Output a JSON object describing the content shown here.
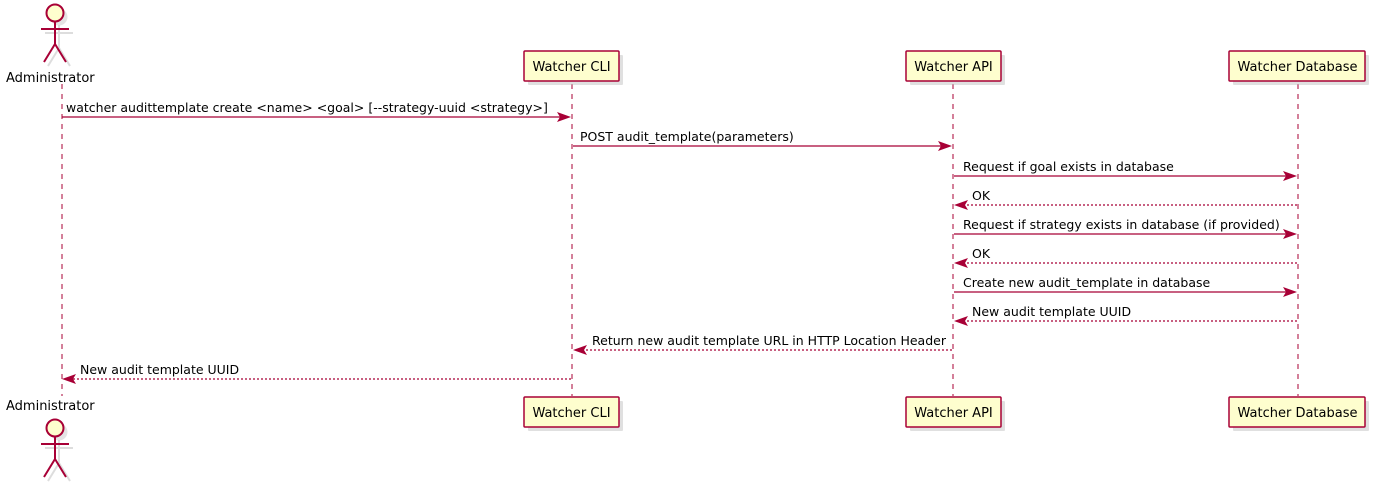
{
  "diagram": {
    "type": "sequence-diagram",
    "title": "",
    "colors": {
      "line": "#A80036",
      "box_fill": "#FEFECE",
      "box_border": "#A80036",
      "text": "#000000",
      "background": "#FFFFFF",
      "shadow": "#BBBBBB"
    },
    "participants": [
      {
        "id": "administrator",
        "label": "Administrator",
        "kind": "actor"
      },
      {
        "id": "watcher-cli",
        "label": "Watcher CLI",
        "kind": "participant"
      },
      {
        "id": "watcher-api",
        "label": "Watcher API",
        "kind": "participant"
      },
      {
        "id": "watcher-database",
        "label": "Watcher Database",
        "kind": "participant"
      }
    ],
    "messages": [
      {
        "index": 1,
        "from": "administrator",
        "to": "watcher-cli",
        "label": "watcher audittemplate create <name> <goal> [--strategy-uuid <strategy>]",
        "style": "solid",
        "direction": "right"
      },
      {
        "index": 2,
        "from": "watcher-cli",
        "to": "watcher-api",
        "label": "POST audit_template(parameters)",
        "style": "solid",
        "direction": "right"
      },
      {
        "index": 3,
        "from": "watcher-api",
        "to": "watcher-database",
        "label": "Request if goal exists in database",
        "style": "solid",
        "direction": "right"
      },
      {
        "index": 4,
        "from": "watcher-database",
        "to": "watcher-api",
        "label": "OK",
        "style": "dotted",
        "direction": "left"
      },
      {
        "index": 5,
        "from": "watcher-api",
        "to": "watcher-database",
        "label": "Request if strategy exists in database (if provided)",
        "style": "solid",
        "direction": "right"
      },
      {
        "index": 6,
        "from": "watcher-database",
        "to": "watcher-api",
        "label": "OK",
        "style": "dotted",
        "direction": "left"
      },
      {
        "index": 7,
        "from": "watcher-api",
        "to": "watcher-database",
        "label": "Create new audit_template in database",
        "style": "solid",
        "direction": "right"
      },
      {
        "index": 8,
        "from": "watcher-database",
        "to": "watcher-api",
        "label": "New audit template UUID",
        "style": "dotted",
        "direction": "left"
      },
      {
        "index": 9,
        "from": "watcher-api",
        "to": "watcher-cli",
        "label": "Return new audit template URL in HTTP Location Header",
        "style": "dotted",
        "direction": "left"
      },
      {
        "index": 10,
        "from": "watcher-cli",
        "to": "administrator",
        "label": "New audit template UUID",
        "style": "dotted",
        "direction": "left"
      }
    ]
  }
}
